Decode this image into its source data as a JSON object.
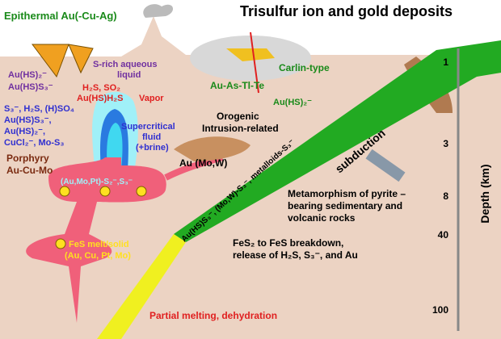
{
  "title": "Trisulfur ion and gold deposits",
  "labels": {
    "epithermal": "Epithermal Au(-Cu-Ag)",
    "au_hs2": "Au(HS)₂⁻",
    "au_hss3": "Au(HS)S₃⁻",
    "s_rich_1": "S-rich aqueous",
    "s_rich_2": "liquid",
    "h2s_so2": "H₂S, SO₂",
    "au_hs_h2s": "Au(HS)H₂S",
    "vapor": "Vapor",
    "species_1": "S₃⁻, H₂S, (H)SO₄",
    "species_2": "Au(HS)S₃⁻,",
    "species_3": "Au(HS)₂⁻,",
    "species_4": "CuCl₂⁻, Mo-S₃",
    "porphyry_1": "Porphyry",
    "porphyry_2": "Au-Cu-Mo",
    "supercritical_1": "Supercritical",
    "supercritical_2": "fluid",
    "supercritical_3": "(+brine)",
    "magma_species": "(Au,Mo,Pt)-S₂⁻,S₃⁻",
    "carlin": "Carlin-type",
    "au_as": "Au-As-Tl-Te",
    "carlin_species": "Au(HS)₂⁻",
    "orogenic_1": "Orogenic",
    "orogenic_2": "Intrusion-related",
    "au_mo_w": "Au (Mo,W)",
    "slab_species": "Au(HS)S₃⁻, (Mo,W)-S₃⁻, metalloids-S₃⁻",
    "subduction": "subduction",
    "metamorphism_1": "Metamorphism of pyrite –",
    "metamorphism_2": "bearing sedimentary and",
    "metamorphism_3": "volcanic rocks",
    "fes_melt_1": "FeS melt/solid",
    "fes_melt_2": "(Au, Cu, Pt, Mo)",
    "breakdown_1": "FeS₂ to FeS breakdown,",
    "breakdown_2": "release of H₂S, S₃⁻, and Au",
    "partial_melting": "Partial melting, dehydration"
  },
  "depth_axis": {
    "label": "Depth (km)",
    "ticks": [
      "1",
      "3",
      "8",
      "40",
      "100"
    ]
  },
  "colors": {
    "crust": "#ecd3c3",
    "slab_green": "#22aa22",
    "slab_yellow": "#f0f020",
    "magma": "#f0607a",
    "fluid": "#a0f0f8",
    "purple": "#7030a0",
    "blue": "#3030d0",
    "red": "#e02020",
    "brown": "#7a2a10",
    "green_text": "#1a8a1a"
  }
}
